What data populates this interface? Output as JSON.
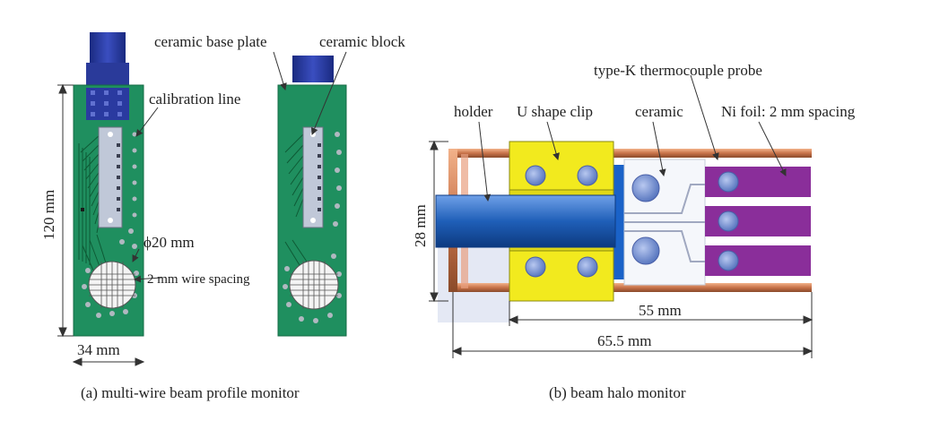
{
  "panel_a": {
    "labels": {
      "ceramic_base_plate": "ceramic base plate",
      "ceramic_block": "ceramic block",
      "calibration_line": "calibration line",
      "phi_20mm": "ϕ20 mm",
      "wire_spacing": "2 mm wire spacing"
    },
    "dimensions": {
      "height": "120 mm",
      "width": "34 mm"
    },
    "caption": "(a) multi-wire beam profile monitor"
  },
  "panel_b": {
    "labels": {
      "thermocouple": "type-K thermocouple probe",
      "holder": "holder",
      "u_clip": "U shape clip",
      "ceramic": "ceramic",
      "ni_foil": "Ni foil: 2 mm spacing"
    },
    "dimensions": {
      "height": "28 mm",
      "length_55": "55 mm",
      "length_65": "65.5 mm"
    },
    "caption": "(b) beam halo monitor"
  },
  "colors": {
    "pcb_green": "#1f8f5f",
    "connector_blue": "#2a3aa0",
    "clip_yellow": "#f2ea1e",
    "foil_purple": "#8a2e9a",
    "holder_blue": "#1f5fb8",
    "copper": "#d98a5a"
  }
}
